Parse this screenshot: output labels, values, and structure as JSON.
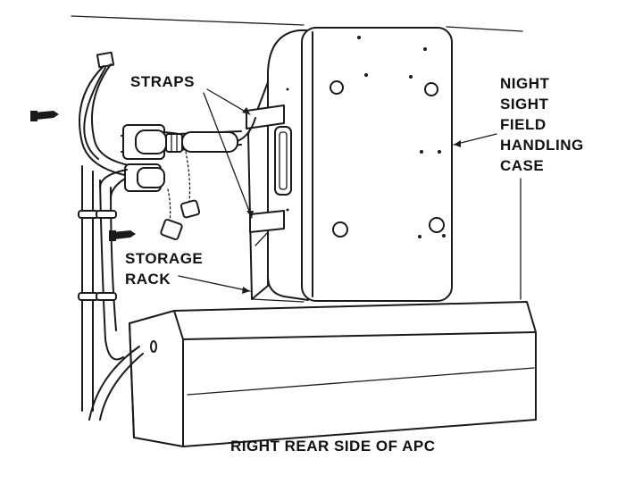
{
  "labels": {
    "straps": "STRAPS",
    "night_sight_lines": [
      "NIGHT",
      "SIGHT",
      "FIELD",
      "HANDLING",
      "CASE"
    ],
    "storage_rack_lines": [
      "STORAGE",
      "RACK"
    ],
    "caption": "RIGHT REAR SIDE OF APC"
  },
  "colors": {
    "ink": "#1a1a1a",
    "background": "#ffffff"
  }
}
